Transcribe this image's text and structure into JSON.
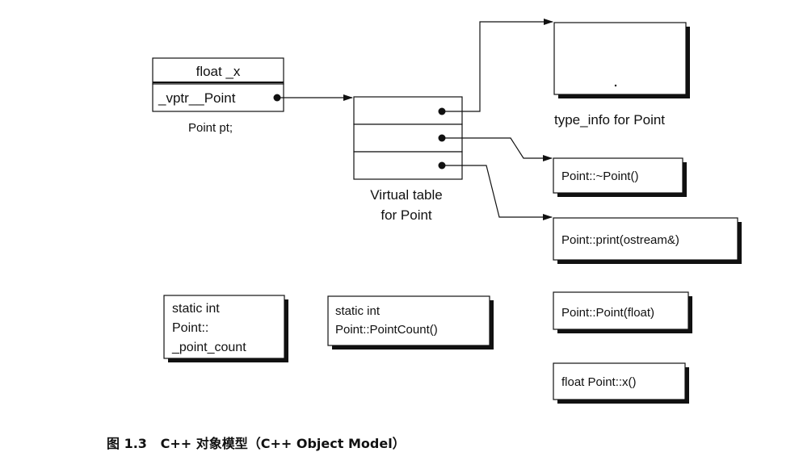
{
  "object": {
    "field_x": "float _x",
    "field_vptr": "_vptr__Point",
    "label": "Point pt;"
  },
  "vtable": {
    "label_line1": "Virtual table",
    "label_line2": "for Point"
  },
  "type_info": {
    "label": "type_info for Point"
  },
  "functions": {
    "destructor": "Point::~Point()",
    "print": "Point::print(ostream&)",
    "constructor": "Point::Point(float)",
    "accessor": "float Point::x()"
  },
  "statics": {
    "member_line1": "static int",
    "member_line2": "Point::",
    "member_line3": "_point_count",
    "method_line1": "static int",
    "method_line2": "Point::PointCount()"
  },
  "caption": "图 1.3   C++ 对象模型（C++ Object Model）"
}
